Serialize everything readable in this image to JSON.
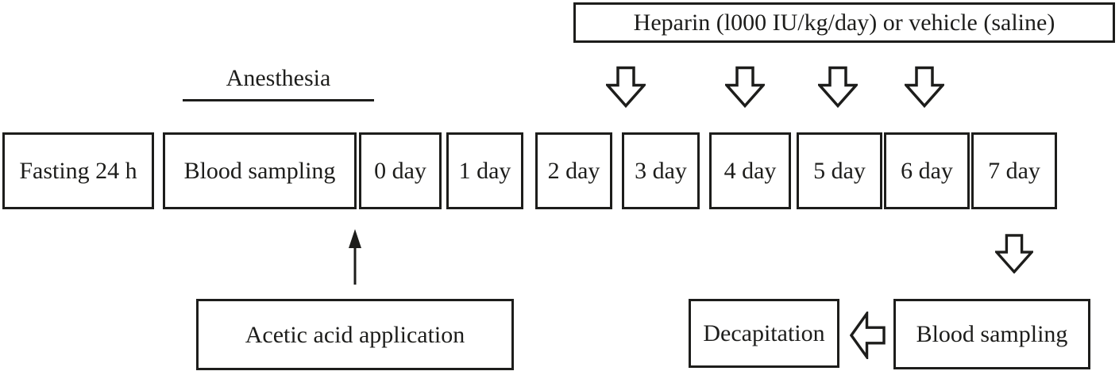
{
  "figure": {
    "colors": {
      "ink": "#1d1d1b",
      "background": "#ffffff"
    },
    "heparin_box": {
      "label": "Heparin (l000 IU/kg/day) or vehicle (saline)"
    },
    "anesthesia": {
      "label": "Anesthesia"
    },
    "timeline": {
      "boxes": [
        "Fasting 24 h",
        "Blood sampling",
        "0 day",
        "1 day",
        "2 day",
        "3 day",
        "4 day",
        "5 day",
        "6 day",
        "7 day"
      ]
    },
    "acetic_box": {
      "label": "Acetic acid application"
    },
    "decapitation_box": {
      "label": "Decapitation"
    },
    "final_blood_sampling_box": {
      "label": "Blood sampling"
    },
    "icons": {
      "injection_arrow": "down-block-arrow",
      "final_sampling_arrow": "down-block-arrow",
      "decapitation_arrow": "left-block-arrow",
      "acetic_arrow": "up-thin-arrow"
    }
  }
}
